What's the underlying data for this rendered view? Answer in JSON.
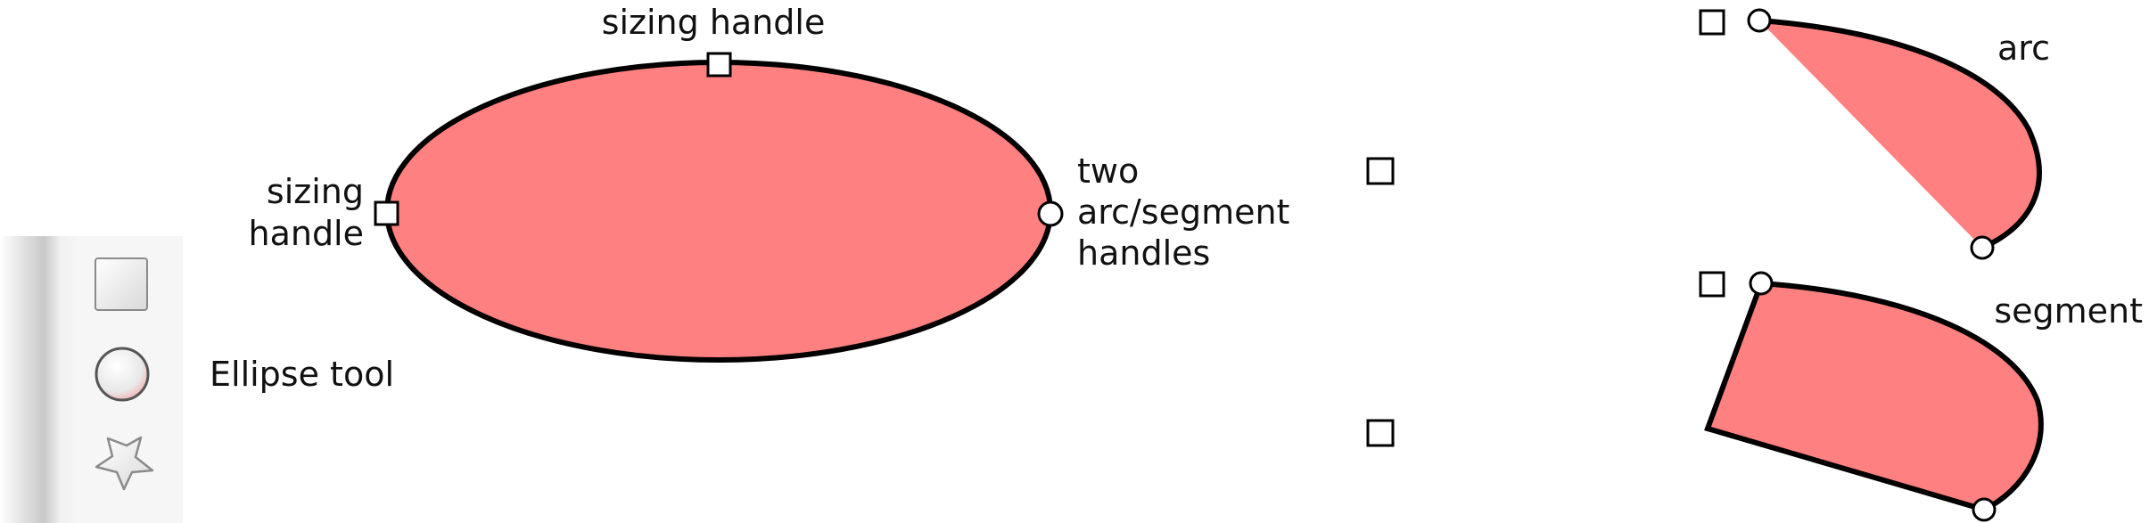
{
  "colors": {
    "shape_fill": "#ff8080",
    "stroke": "#000000",
    "handle_fill": "#ffffff",
    "toolbar_bg": "#f5f5f5",
    "text": "#111111"
  },
  "ellipse_diagram": {
    "labels": {
      "top_handle": "sizing handle",
      "left_handle_line1": "sizing",
      "left_handle_line2": "handle",
      "right_handle_line1": "two",
      "right_handle_line2": "arc/segment",
      "right_handle_line3": "handles"
    }
  },
  "toolbar": {
    "tools": [
      {
        "name": "rectangle-tool",
        "icon": "square-icon"
      },
      {
        "name": "ellipse-tool",
        "icon": "circle-icon"
      },
      {
        "name": "star-tool",
        "icon": "star-icon"
      }
    ],
    "ellipse_tool_label": "Ellipse tool"
  },
  "examples": {
    "arc_label": "arc",
    "segment_label": "segment"
  }
}
